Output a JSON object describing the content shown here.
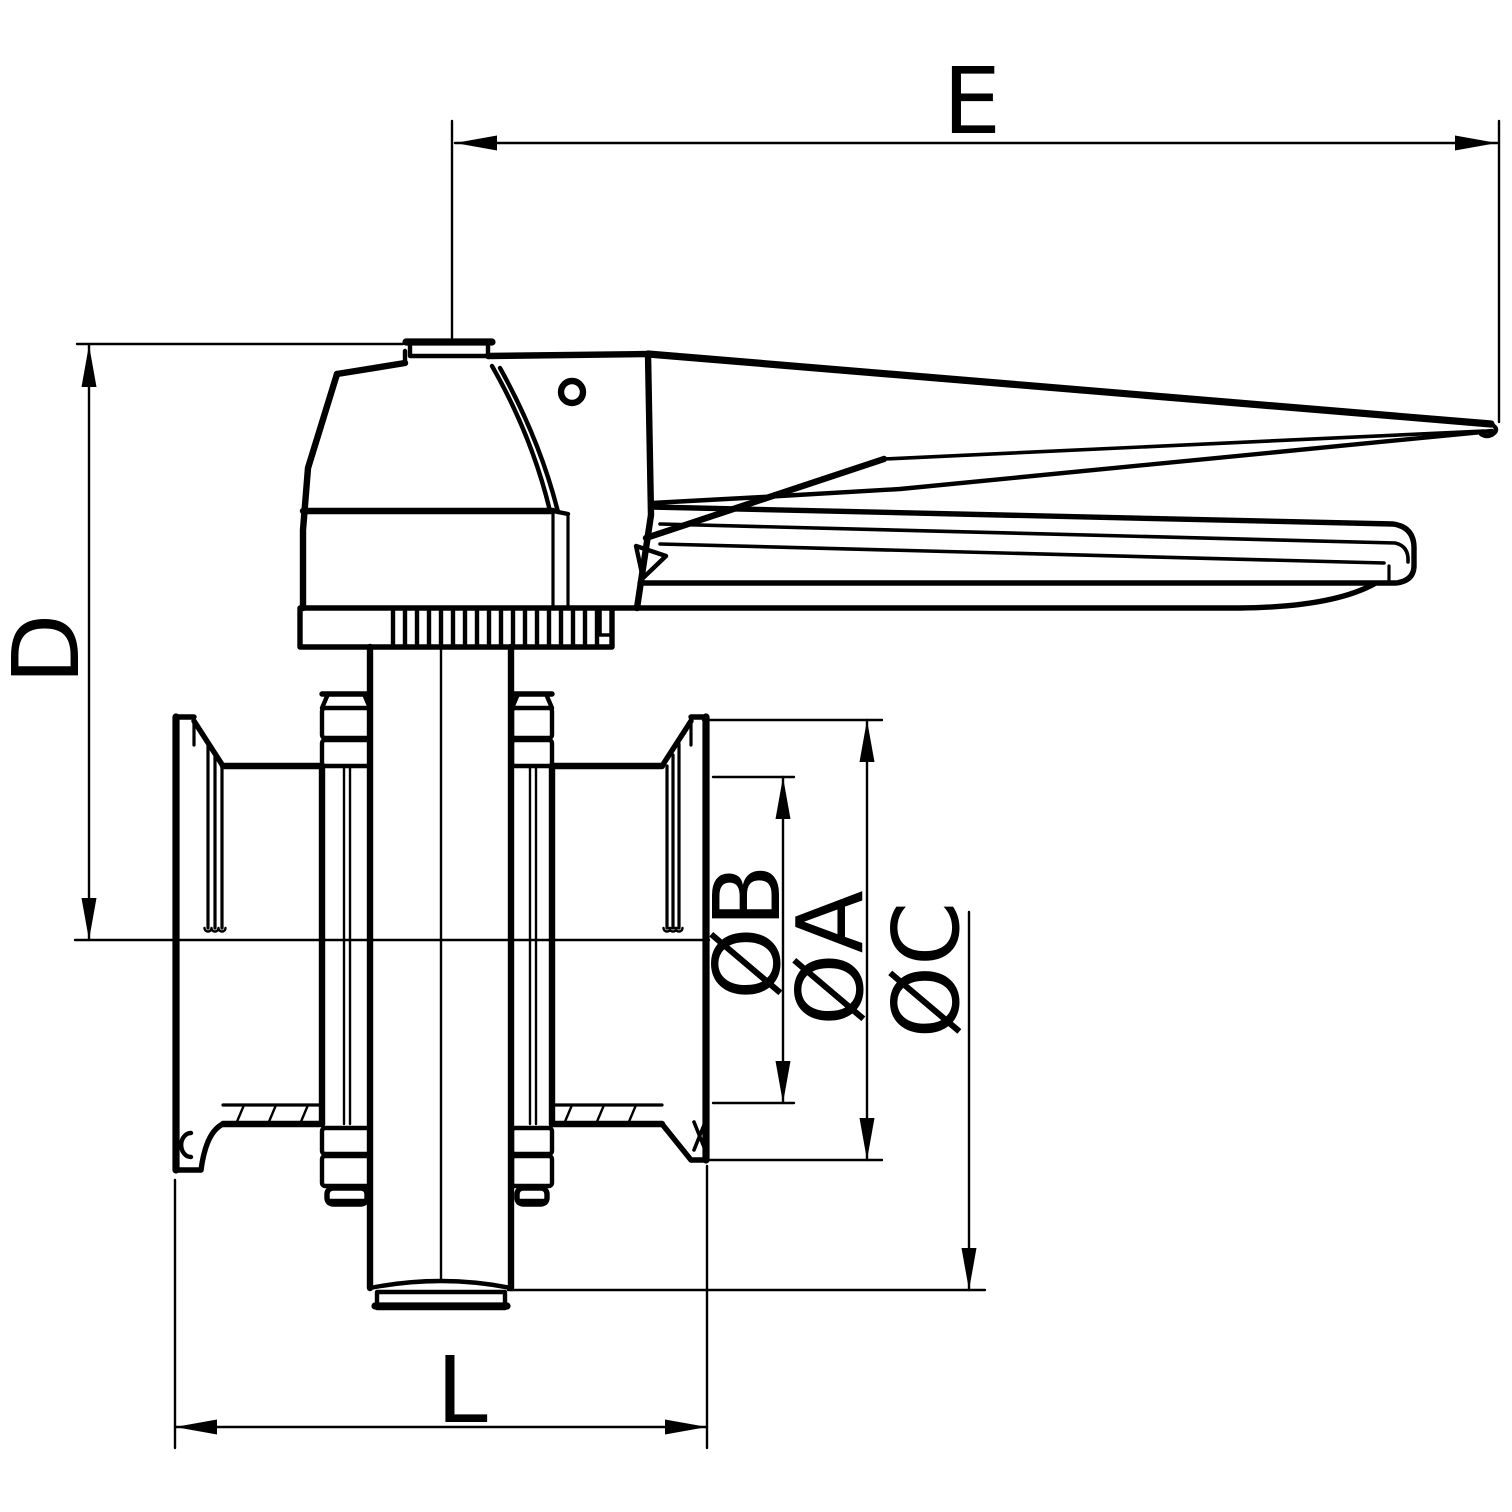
{
  "drawing": {
    "background": "#ffffff",
    "line_color": "#000000",
    "dimension_labels": {
      "e": "E",
      "d": "D",
      "l": "L",
      "dia_b": "ØB",
      "dia_a": "ØA",
      "dia_c": "ØC"
    }
  }
}
